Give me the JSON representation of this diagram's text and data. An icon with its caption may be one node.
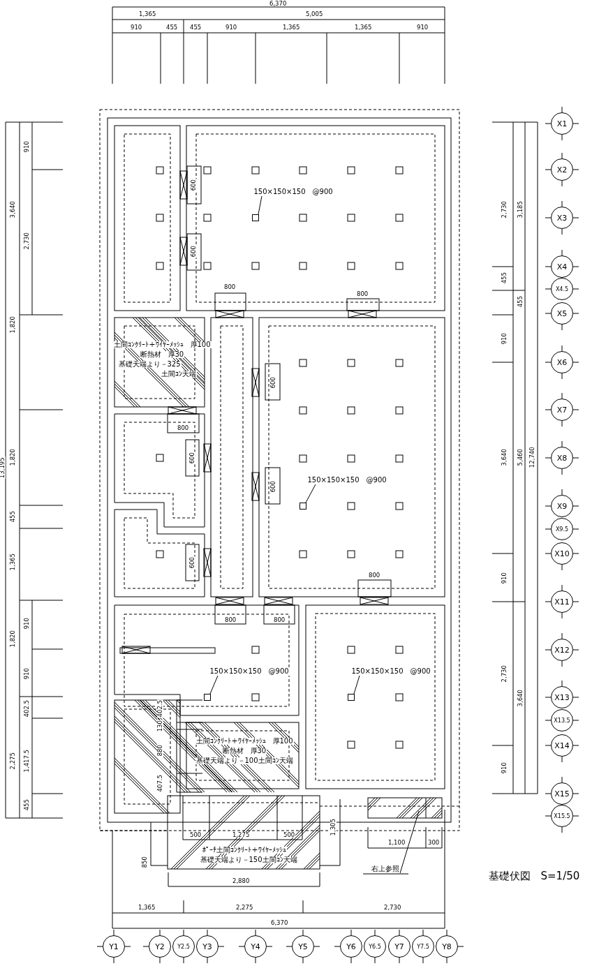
{
  "diagram": {
    "title": "基礎伏図　S=1/50",
    "nodes": [
      {
        "text": [
          "X1"
        ]
      },
      {
        "text": [
          "X2"
        ]
      },
      {
        "text": [
          "X3"
        ]
      },
      {
        "text": [
          "X4"
        ]
      },
      {
        "text": [
          "X4.5"
        ]
      },
      {
        "text": [
          "X5"
        ]
      },
      {
        "text": [
          "X6"
        ]
      },
      {
        "text": [
          "X7"
        ]
      },
      {
        "text": [
          "X8"
        ]
      },
      {
        "text": [
          "X9"
        ]
      },
      {
        "text": [
          "X9.5"
        ]
      },
      {
        "text": [
          "X10"
        ]
      },
      {
        "text": [
          "X11"
        ]
      },
      {
        "text": [
          "X12"
        ]
      },
      {
        "text": [
          "X13"
        ]
      },
      {
        "text": [
          "X13.5"
        ]
      },
      {
        "text": [
          "X14"
        ]
      },
      {
        "text": [
          "X15"
        ]
      },
      {
        "text": [
          "X15.5"
        ]
      },
      {
        "text": [
          "Y1"
        ]
      },
      {
        "text": [
          "Y2"
        ]
      },
      {
        "text": [
          "Y2.5"
        ]
      },
      {
        "text": [
          "Y3"
        ]
      },
      {
        "text": [
          "Y4"
        ]
      },
      {
        "text": [
          "Y5"
        ]
      },
      {
        "text": [
          "Y6"
        ]
      },
      {
        "text": [
          "Y6.5"
        ]
      },
      {
        "text": [
          "Y7"
        ]
      },
      {
        "text": [
          "Y7.5"
        ]
      },
      {
        "text": [
          "Y8"
        ]
      },
      {
        "text": [
          "150×150×150　@900"
        ]
      },
      {
        "text": [
          "150×150×150　@900"
        ]
      },
      {
        "text": [
          "150×150×150　@900"
        ]
      },
      {
        "text": [
          "150×150×150　@900"
        ]
      },
      {
        "text": [
          "右上参照"
        ]
      },
      {
        "text": [],
        "shape": "box"
      },
      {
        "text": [],
        "shape": "box"
      },
      {
        "text": [],
        "shape": "box"
      },
      {
        "text": [],
        "shape": "box"
      }
    ],
    "edges": [
      {
        "from": 30,
        "to": 35,
        "arrow": "none"
      },
      {
        "from": 31,
        "to": 36,
        "arrow": "none"
      },
      {
        "from": 32,
        "to": 37,
        "arrow": "none"
      },
      {
        "from": 33,
        "to": 38,
        "arrow": "none"
      },
      {
        "from": 34,
        "to": null,
        "arrow": "none"
      }
    ],
    "labels": [
      "6,370",
      "1,365",
      "5,005",
      "910",
      "455",
      "455",
      "910",
      "1,365",
      "1,365",
      "910",
      "910",
      "3,640",
      "2,730",
      "1,820",
      "13,195",
      "1,820",
      "455",
      "1,365",
      "910",
      "1,820",
      "910",
      "402.5",
      "2,275",
      "1,417.5",
      "455",
      "2,730",
      "3,185",
      "455",
      "455",
      "910",
      "3,640",
      "5,460",
      "12,740",
      "910",
      "2,730",
      "3,640",
      "910",
      "600",
      "800",
      "600",
      "800",
      "土間ｺﾝｸﾘｰﾄ＋ﾜｲﾔｰﾒｯｼｭ　厚100",
      "断熱材　厚30",
      "基礎天端より－325",
      "土間ｺﾝ天端",
      "600",
      "800",
      "600",
      "600",
      "600",
      "800",
      "800",
      "800",
      "402.5",
      "130",
      "880",
      "土間ｺﾝｸﾘｰﾄ＋ﾜｲﾔｰﾒｯｼｭ　厚100",
      "断熱材　厚30",
      "基礎天端より－100土間ｺﾝ天端",
      "407.5",
      "500",
      "1,275",
      "500",
      "1,305",
      "1,100",
      "300",
      "850",
      "ﾎﾟｰﾁ土間ｺﾝｸﾘｰﾄ＋ﾜｲﾔｰﾒｯｼｭ",
      "基礎天端より－150土間ｺﾝ天端",
      "2,880",
      "1,365",
      "2,275",
      "2,730",
      "6,370"
    ]
  }
}
